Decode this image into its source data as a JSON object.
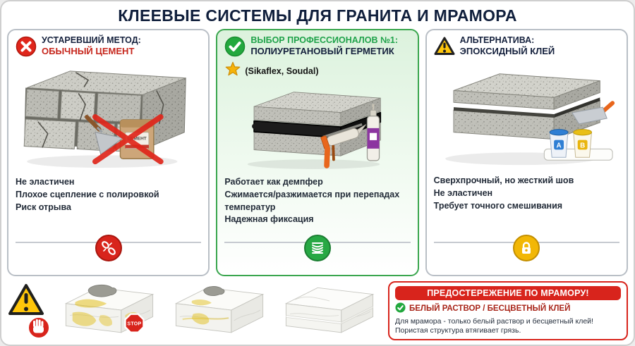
{
  "title": "КЛЕЕВЫЕ СИСТЕМЫ ДЛЯ ГРАНИТА И МРАМОРА",
  "panels": {
    "cement": {
      "heading1": "УСТАРЕВШИЙ МЕТОД:",
      "heading2": "ОБЫЧНЫЙ ЦЕМЕНТ",
      "bag_label": "ЦЕМЕНТ",
      "bullets": [
        "Не эластичен",
        "Плохое сцепление с полировкой",
        "Риск отрыва"
      ]
    },
    "sealant": {
      "heading1": "ВЫБОР ПРОФЕССИОНАЛОВ №1:",
      "heading2": "ПОЛИУРЕТАНОВЫЙ ГЕРМЕТИК",
      "heading3": "(Sikaflex, Soudal)",
      "bullets": [
        "Работает как демпфер",
        "Сжимается/разжимается при перепадах температур",
        "Надежная фиксация"
      ]
    },
    "epoxy": {
      "heading1": "АЛЬТЕРНАТИВА:",
      "heading2": "ЭПОКСИДНЫЙ КЛЕЙ",
      "cup_a": "A",
      "cup_b": "B",
      "bullets": [
        "Сверхпрочный, но жесткий шов",
        "Не эластичен",
        "Требует точного смешивания"
      ]
    }
  },
  "marble_warning": {
    "banner": "ПРЕДОСТЕРЕЖЕНИЕ ПО МРАМОРУ!",
    "subtitle": "БЕЛЫЙ РАСТВОР / БЕСЦВЕТНЫЙ КЛЕЙ",
    "body": "Для мрамора - только белый раствор и бесцветный клей! Пористая структура втягивает грязь.",
    "stop_label": "STOP"
  },
  "icons": {
    "cement_header": "cross-circle-icon",
    "sealant_header": "check-circle-icon",
    "sealant_star": "star-icon",
    "epoxy_header": "warning-triangle-icon",
    "cement_badge": "broken-chain-icon",
    "sealant_badge": "spring-icon",
    "epoxy_badge": "padlock-icon",
    "bottom_left_1": "warning-triangle-icon",
    "bottom_left_2": "stop-hand-icon",
    "note_check": "check-circle-icon",
    "stop_sign": "stop-sign-icon"
  },
  "colors": {
    "red": "#d8241c",
    "green": "#27a844",
    "yellow": "#f2b705",
    "navy": "#15213d",
    "pro_border": "#3aa64e"
  }
}
